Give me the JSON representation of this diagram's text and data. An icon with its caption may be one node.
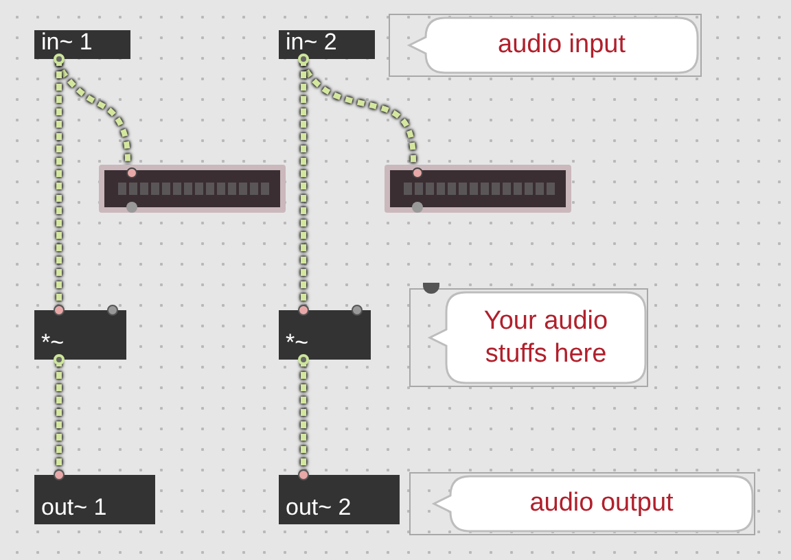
{
  "diagram": {
    "nodes": [
      {
        "text": [
          "in~ 1"
        ]
      },
      {
        "text": [
          "in~ 2"
        ]
      },
      {
        "text": [
          "audio input"
        ]
      },
      {
        "text": [],
        "shape": "bar"
      },
      {
        "text": [],
        "shape": "bar"
      },
      {
        "text": [
          "*~"
        ]
      },
      {
        "text": [
          "*~"
        ]
      },
      {
        "text": [
          "Your audio stuffs here"
        ]
      },
      {
        "text": [
          "out~ 1"
        ]
      },
      {
        "text": [
          "out~ 2"
        ]
      },
      {
        "text": [
          "audio output"
        ]
      }
    ],
    "edges": [
      {
        "from": 0,
        "to": 3,
        "arrow": "none"
      },
      {
        "from": 0,
        "to": 5,
        "arrow": "none"
      },
      {
        "from": 1,
        "to": 4,
        "arrow": "none"
      },
      {
        "from": 1,
        "to": 6,
        "arrow": "none"
      },
      {
        "from": 5,
        "to": 8,
        "arrow": "none"
      },
      {
        "from": 6,
        "to": 9,
        "arrow": "none"
      }
    ]
  }
}
